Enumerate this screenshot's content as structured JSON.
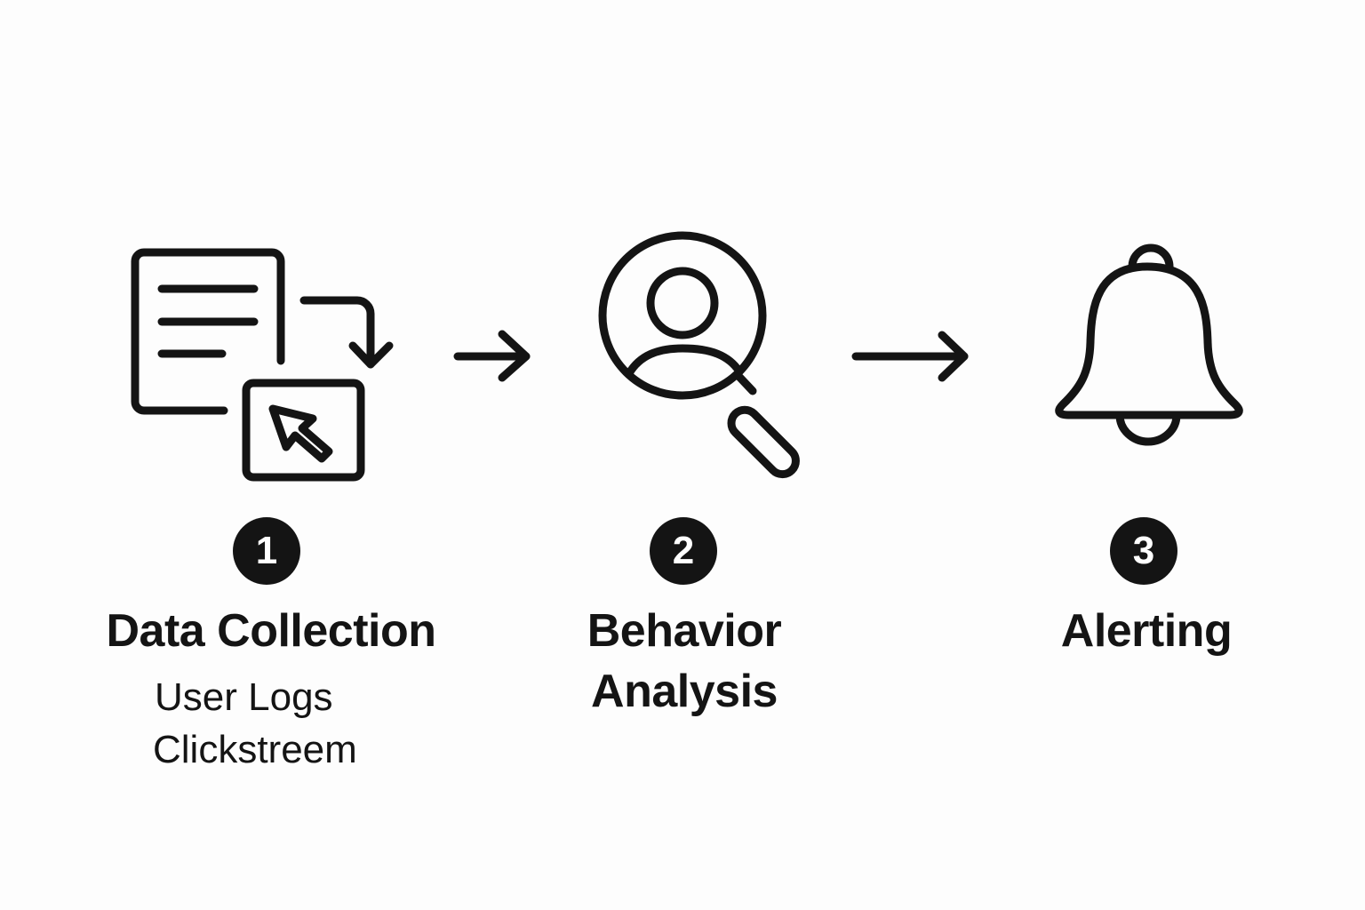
{
  "diagram": {
    "steps": [
      {
        "number": "1",
        "title": "Data Collection",
        "icon": "document-transfer-cursor-icon",
        "details": [
          "User Logs",
          "Clickstreem"
        ]
      },
      {
        "number": "2",
        "title_lines": [
          "Behavior",
          "Analysis"
        ],
        "icon": "user-magnifier-icon"
      },
      {
        "number": "3",
        "title": "Alerting",
        "icon": "bell-icon"
      }
    ],
    "connectors": [
      "arrow-right",
      "arrow-right"
    ]
  }
}
